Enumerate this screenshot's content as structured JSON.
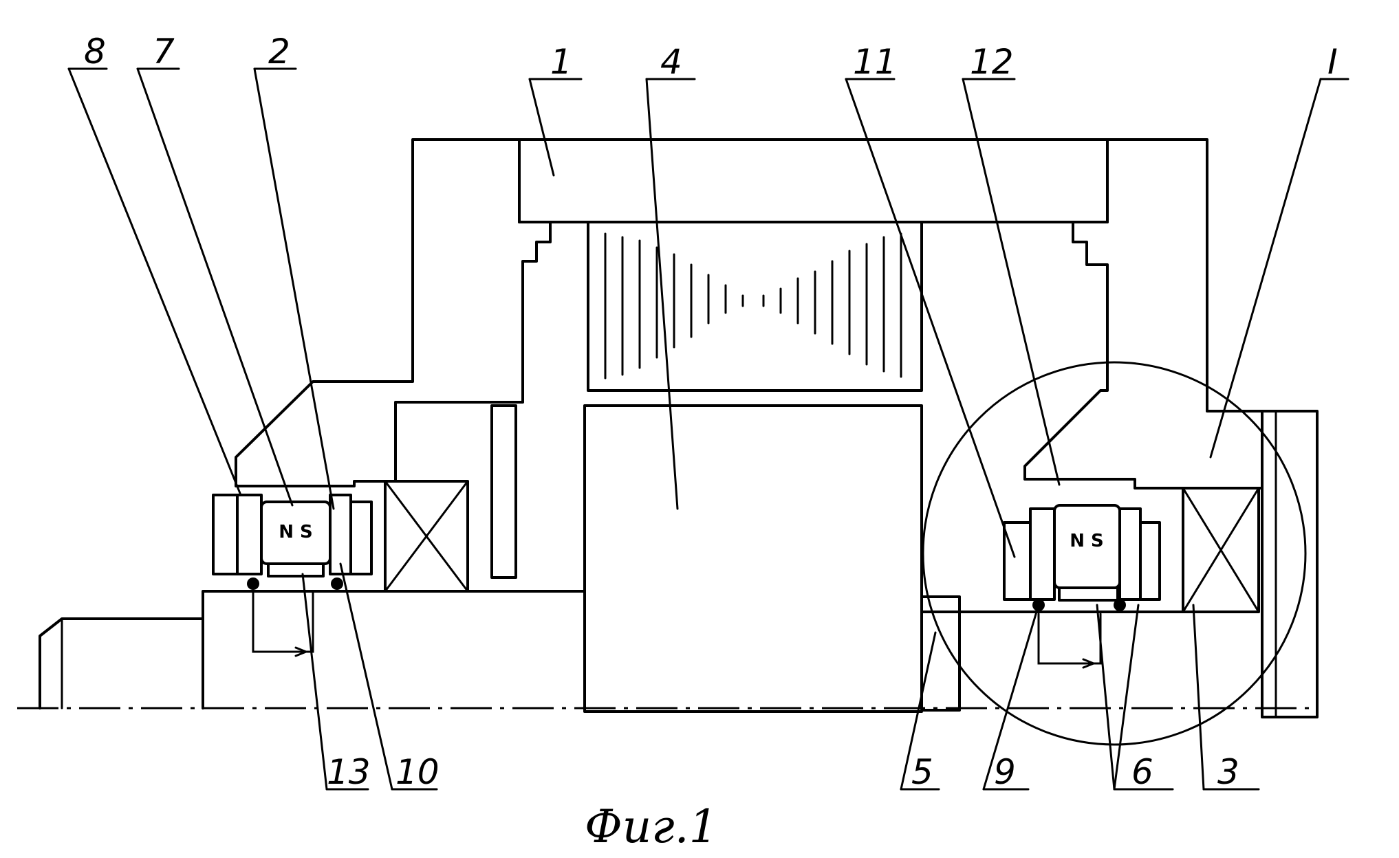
{
  "figure": {
    "caption": "Фиг.1",
    "callouts": {
      "c8": "8",
      "c7": "7",
      "c2": "2",
      "c1": "1",
      "c4": "4",
      "c11": "11",
      "c12": "12",
      "cI": "I",
      "c13": "13",
      "c10": "10",
      "c5": "5",
      "c9": "9",
      "c6": "6",
      "c3": "3"
    },
    "magnet_labels": {
      "left": "N S",
      "right": "N S"
    }
  },
  "colors": {
    "ink": "#000000",
    "paper": "#ffffff"
  }
}
